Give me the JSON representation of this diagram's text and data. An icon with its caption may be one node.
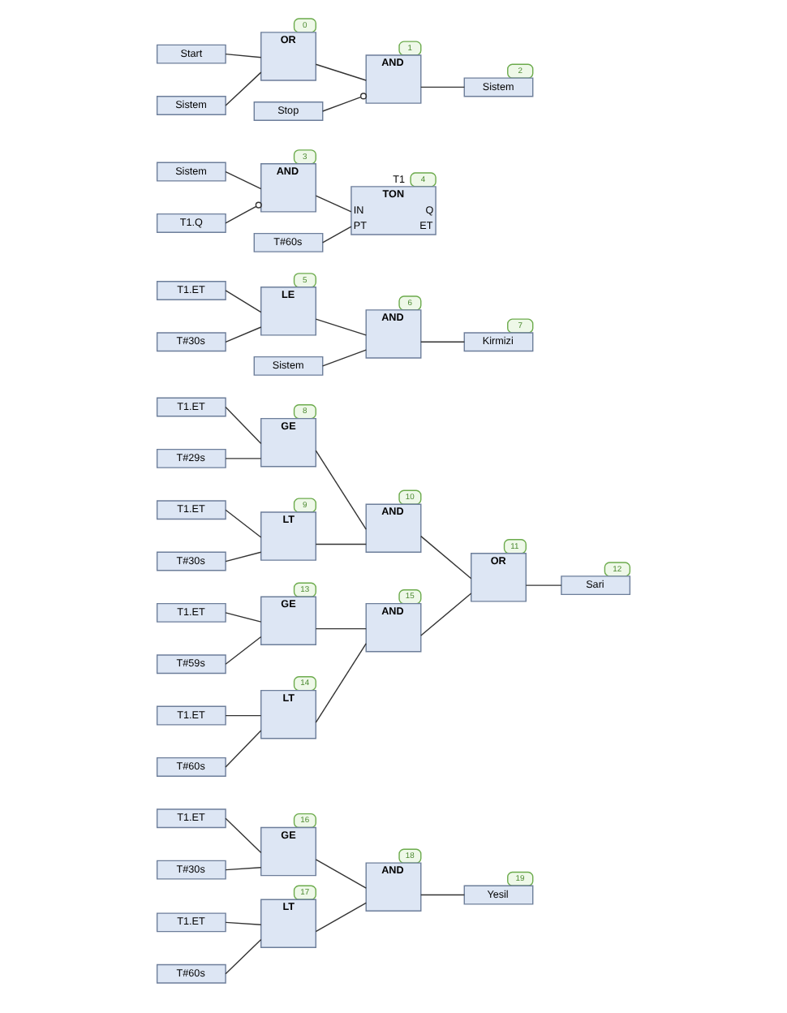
{
  "diagram": {
    "nodes": [
      {
        "text": [
          "Start"
        ]
      },
      {
        "text": [
          "Sistem"
        ]
      },
      {
        "text": [
          "OR"
        ],
        "beside": [
          "0"
        ]
      },
      {
        "text": [
          "Stop"
        ]
      },
      {
        "text": [
          "AND"
        ],
        "beside": [
          "1"
        ]
      },
      {
        "text": [
          "Sistem"
        ],
        "beside": [
          "2"
        ]
      },
      {
        "text": [
          "Sistem"
        ]
      },
      {
        "text": [
          "T1.Q"
        ]
      },
      {
        "text": [
          "AND"
        ],
        "beside": [
          "3"
        ]
      },
      {
        "text": [
          "T1",
          "TON",
          "IN",
          "Q",
          "PT",
          "ET"
        ],
        "beside": [
          "4"
        ]
      },
      {
        "text": [
          "T#60s"
        ]
      },
      {
        "text": [
          "T1.ET"
        ]
      },
      {
        "text": [
          "T#30s"
        ]
      },
      {
        "text": [
          "LE"
        ],
        "beside": [
          "5"
        ]
      },
      {
        "text": [
          "Sistem"
        ]
      },
      {
        "text": [
          "AND"
        ],
        "beside": [
          "6"
        ]
      },
      {
        "text": [
          "Kirmizi"
        ],
        "beside": [
          "7"
        ]
      },
      {
        "text": [
          "T1.ET"
        ]
      },
      {
        "text": [
          "T#29s"
        ]
      },
      {
        "text": [
          "GE"
        ],
        "beside": [
          "8"
        ]
      },
      {
        "text": [
          "T1.ET"
        ]
      },
      {
        "text": [
          "T#30s"
        ]
      },
      {
        "text": [
          "LT"
        ],
        "beside": [
          "9"
        ]
      },
      {
        "text": [
          "AND"
        ],
        "beside": [
          "10"
        ]
      },
      {
        "text": [
          "OR"
        ],
        "beside": [
          "11"
        ]
      },
      {
        "text": [
          "Sari"
        ],
        "beside": [
          "12"
        ]
      },
      {
        "text": [
          "T1.ET"
        ]
      },
      {
        "text": [
          "T#59s"
        ]
      },
      {
        "text": [
          "GE"
        ],
        "beside": [
          "13"
        ]
      },
      {
        "text": [
          "T1.ET"
        ]
      },
      {
        "text": [
          "T#60s"
        ]
      },
      {
        "text": [
          "LT"
        ],
        "beside": [
          "14"
        ]
      },
      {
        "text": [
          "AND"
        ],
        "beside": [
          "15"
        ]
      },
      {
        "text": [
          "T1.ET"
        ]
      },
      {
        "text": [
          "T#30s"
        ]
      },
      {
        "text": [
          "GE"
        ],
        "beside": [
          "16"
        ]
      },
      {
        "text": [
          "T1.ET"
        ]
      },
      {
        "text": [
          "T#60s"
        ]
      },
      {
        "text": [
          "LT"
        ],
        "beside": [
          "17"
        ]
      },
      {
        "text": [
          "AND"
        ],
        "beside": [
          "18"
        ]
      },
      {
        "text": [
          "Yesil"
        ],
        "beside": [
          "19"
        ]
      }
    ],
    "edges": [
      {
        "from": 0,
        "to": 2,
        "arrow": "none"
      },
      {
        "from": 1,
        "to": 2,
        "arrow": "none"
      },
      {
        "from": 2,
        "to": 4,
        "arrow": "none"
      },
      {
        "from": 3,
        "to": 4,
        "arrow": "other"
      },
      {
        "from": 4,
        "to": 5,
        "arrow": "none"
      },
      {
        "from": 6,
        "to": 8,
        "arrow": "none"
      },
      {
        "from": 7,
        "to": 8,
        "arrow": "other"
      },
      {
        "from": 8,
        "to": 9,
        "arrow": "none"
      },
      {
        "from": 10,
        "to": 9,
        "arrow": "none"
      },
      {
        "from": 11,
        "to": 13,
        "arrow": "none"
      },
      {
        "from": 12,
        "to": 13,
        "arrow": "none"
      },
      {
        "from": 13,
        "to": 15,
        "arrow": "none"
      },
      {
        "from": 14,
        "to": 15,
        "arrow": "none"
      },
      {
        "from": 15,
        "to": 16,
        "arrow": "none"
      },
      {
        "from": 17,
        "to": 19,
        "arrow": "none"
      },
      {
        "from": 18,
        "to": 19,
        "arrow": "none"
      },
      {
        "from": 20,
        "to": 22,
        "arrow": "none"
      },
      {
        "from": 21,
        "to": 22,
        "arrow": "none"
      },
      {
        "from": 19,
        "to": 23,
        "arrow": "none"
      },
      {
        "from": 22,
        "to": 23,
        "arrow": "none"
      },
      {
        "from": 23,
        "to": 24,
        "arrow": "none"
      },
      {
        "from": 26,
        "to": 28,
        "arrow": "none"
      },
      {
        "from": 27,
        "to": 28,
        "arrow": "none"
      },
      {
        "from": 29,
        "to": 31,
        "arrow": "none"
      },
      {
        "from": 30,
        "to": 31,
        "arrow": "none"
      },
      {
        "from": 28,
        "to": 32,
        "arrow": "none"
      },
      {
        "from": 31,
        "to": 32,
        "arrow": "none"
      },
      {
        "from": 32,
        "to": 24,
        "arrow": "none"
      },
      {
        "from": 24,
        "to": 25,
        "arrow": "none"
      },
      {
        "from": 33,
        "to": 35,
        "arrow": "none"
      },
      {
        "from": 34,
        "to": 35,
        "arrow": "none"
      },
      {
        "from": 36,
        "to": 38,
        "arrow": "none"
      },
      {
        "from": 37,
        "to": 38,
        "arrow": "none"
      },
      {
        "from": 35,
        "to": 39,
        "arrow": "none"
      },
      {
        "from": 38,
        "to": 39,
        "arrow": "none"
      },
      {
        "from": 39,
        "to": 40,
        "arrow": "none"
      }
    ]
  }
}
